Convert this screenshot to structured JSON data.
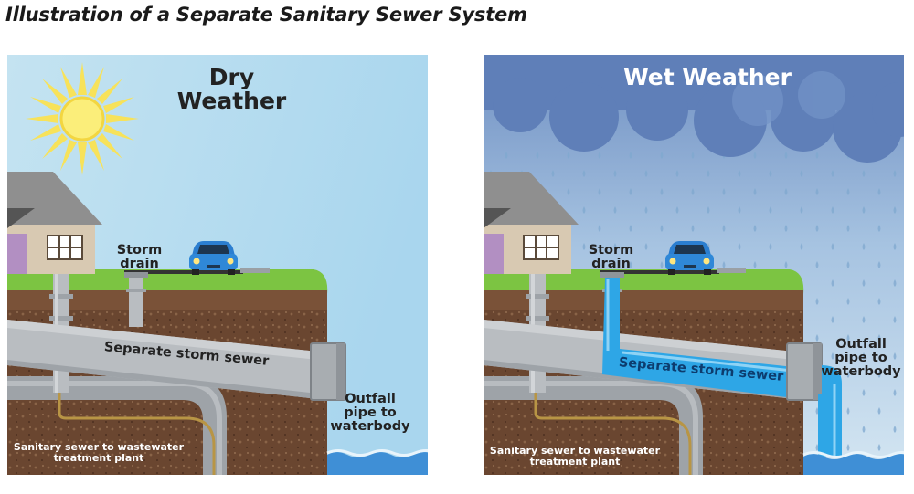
{
  "title": "Illustration of a Separate Sanitary Sewer System",
  "panels": [
    {
      "heading": "Dry Weather",
      "storm_drain": "Storm\ndrain",
      "storm_sewer": "Separate storm sewer",
      "outfall": "Outfall\npipe to\nwaterbody",
      "sanitary_sewer": "Sanitary sewer to wastewater\ntreatment plant"
    },
    {
      "heading": "Wet Weather",
      "storm_drain": "Storm\ndrain",
      "storm_sewer": "Separate storm sewer",
      "outfall": "Outfall\npipe to\nwaterbody",
      "sanitary_sewer": "Sanitary sewer to wastewater\ntreatment plant"
    }
  ],
  "colors": {
    "dry_sky": "#cde8f4",
    "wet_sky": "#7d9ac8",
    "grass": "#7cc442",
    "soil": "#6a4630",
    "pipe_gray": "#b9bdc1",
    "stormwater_blue": "#2ea6e6",
    "water": "#3f8fd6"
  }
}
